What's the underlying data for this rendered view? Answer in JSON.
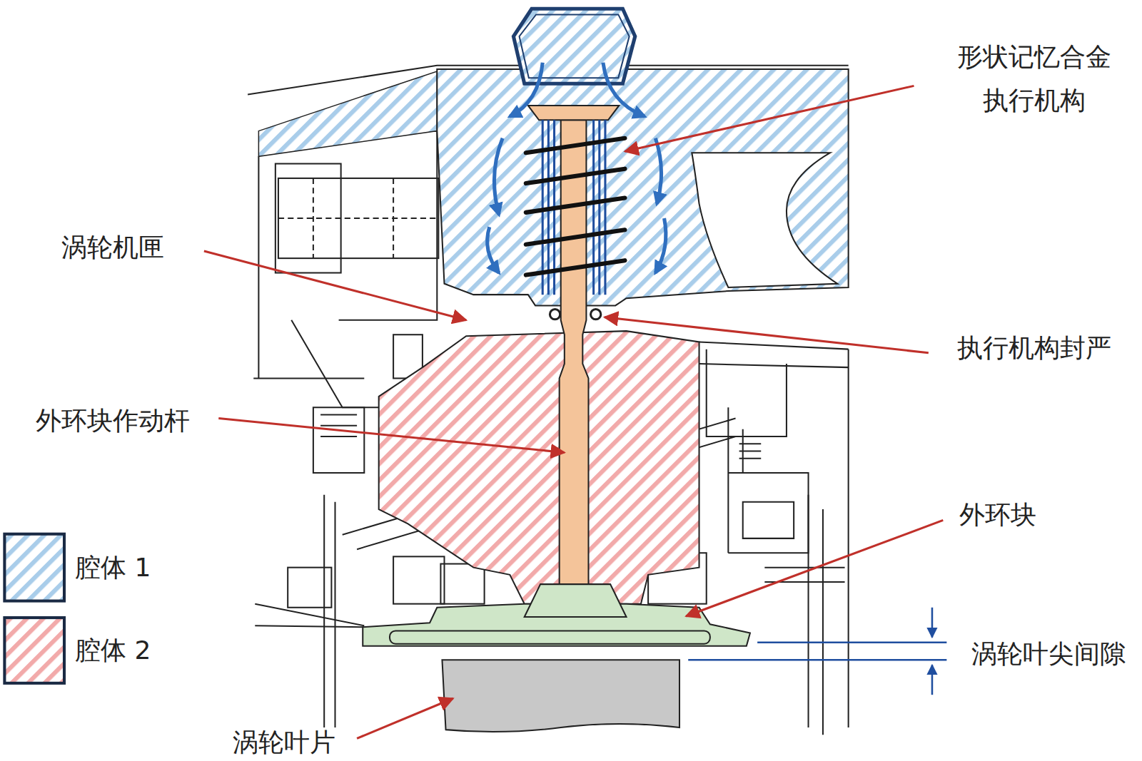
{
  "diagram": {
    "labels": [
      "形状记忆合金 执行机构",
      "涡轮机匣",
      "执行机构封严",
      "外环块作动杆",
      "外环块",
      "涡轮叶尖间隙",
      "涡轮叶片"
    ],
    "legend": [
      {
        "text": "腔体 1"
      },
      {
        "text": "腔体 2"
      }
    ]
  }
}
